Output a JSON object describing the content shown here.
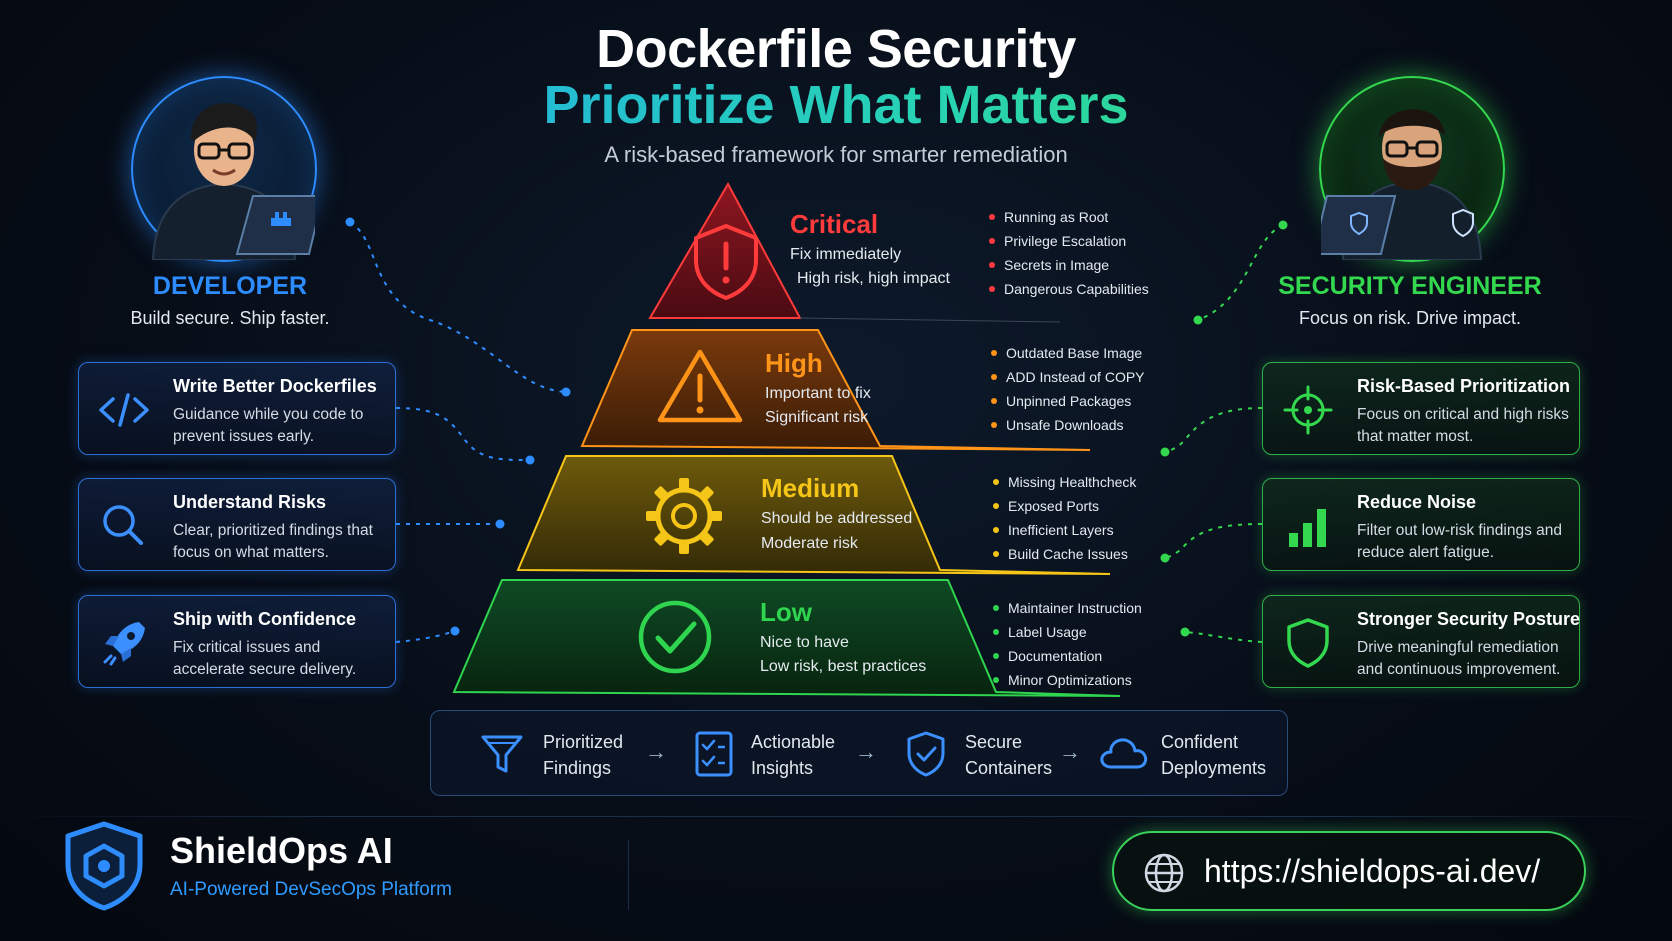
{
  "header": {
    "title": "Dockerfile Security",
    "subtitle": "Prioritize What Matters",
    "tagline": "A risk-based framework for smarter remediation"
  },
  "developer": {
    "role": "DEVELOPER",
    "slogan": "Build secure. Ship faster.",
    "cards": [
      {
        "title": "Write Better Dockerfiles",
        "desc": "Guidance while you code to prevent issues early.",
        "icon": "code-icon"
      },
      {
        "title": "Understand Risks",
        "desc": "Clear, prioritized findings that focus on what matters.",
        "icon": "search-icon"
      },
      {
        "title": "Ship with Confidence",
        "desc": "Fix critical issues and accelerate secure delivery.",
        "icon": "rocket-icon"
      }
    ]
  },
  "security_engineer": {
    "role": "SECURITY ENGINEER",
    "slogan": "Focus on risk. Drive impact.",
    "cards": [
      {
        "title": "Risk-Based Prioritization",
        "desc": "Focus on critical and high risks that matter most.",
        "icon": "crosshair-icon"
      },
      {
        "title": "Reduce Noise",
        "desc": "Filter out low-risk findings and reduce alert fatigue.",
        "icon": "bar-chart-icon"
      },
      {
        "title": "Stronger Security Posture",
        "desc": "Drive meaningful remediation and continuous improvement.",
        "icon": "shield-icon"
      }
    ]
  },
  "tiers": [
    {
      "name": "Critical",
      "line1": "Fix immediately",
      "line2": "High risk, high impact",
      "color": "#ff3b3b",
      "icon": "shield-alert-icon",
      "items": [
        "Running as Root",
        "Privilege Escalation",
        "Secrets in Image",
        "Dangerous Capabilities"
      ]
    },
    {
      "name": "High",
      "line1": "Important to fix",
      "line2": "Significant risk",
      "color": "#ff9419",
      "icon": "warning-triangle-icon",
      "items": [
        "Outdated Base Image",
        "ADD Instead of COPY",
        "Unpinned Packages",
        "Unsafe Downloads"
      ]
    },
    {
      "name": "Medium",
      "line1": "Should be addressed",
      "line2": "Moderate risk",
      "color": "#f5c518",
      "icon": "gear-icon",
      "items": [
        "Missing Healthcheck",
        "Exposed Ports",
        "Inefficient Layers",
        "Build Cache Issues"
      ]
    },
    {
      "name": "Low",
      "line1": "Nice to have",
      "line2": "Low risk, best practices",
      "color": "#2fd44f",
      "icon": "check-circle-icon",
      "items": [
        "Maintainer Instruction",
        "Label Usage",
        "Documentation",
        "Minor Optimizations"
      ]
    }
  ],
  "flow": [
    {
      "line1": "Prioritized",
      "line2": "Findings",
      "icon": "funnel-icon"
    },
    {
      "line1": "Actionable",
      "line2": "Insights",
      "icon": "checklist-icon"
    },
    {
      "line1": "Secure",
      "line2": "Containers",
      "icon": "shield-check-icon"
    },
    {
      "line1": "Confident",
      "line2": "Deployments",
      "icon": "cloud-icon"
    }
  ],
  "flow_arrow": "→",
  "brand": {
    "name": "ShieldOps AI",
    "tagline": "AI-Powered DevSecOps Platform",
    "url": "https://shieldops-ai.dev/"
  },
  "colors": {
    "developer_blue": "#2d8cff",
    "engineer_green": "#33d84f",
    "background": "#070d17"
  }
}
